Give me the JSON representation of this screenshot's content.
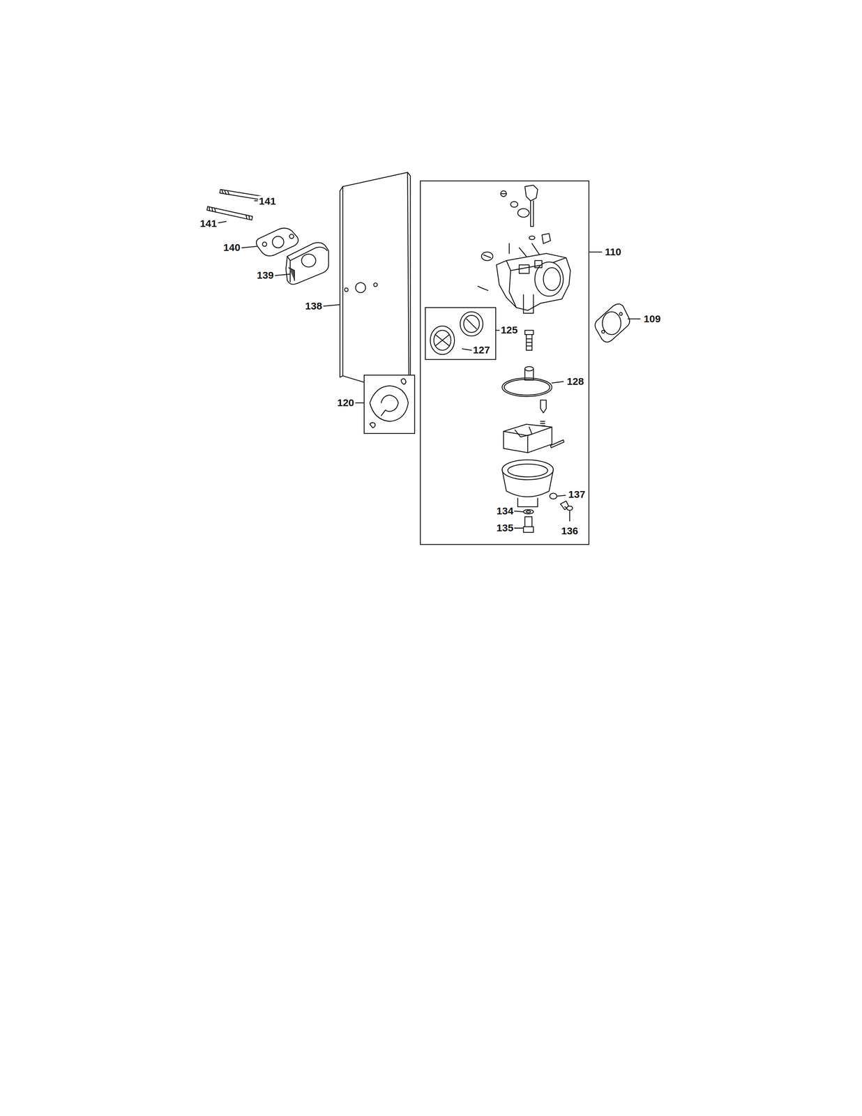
{
  "diagram": {
    "labels": [
      "141",
      "141",
      "140",
      "139",
      "138",
      "110",
      "125",
      "127",
      "109",
      "120",
      "128",
      "137",
      "134",
      "135",
      "136"
    ]
  }
}
